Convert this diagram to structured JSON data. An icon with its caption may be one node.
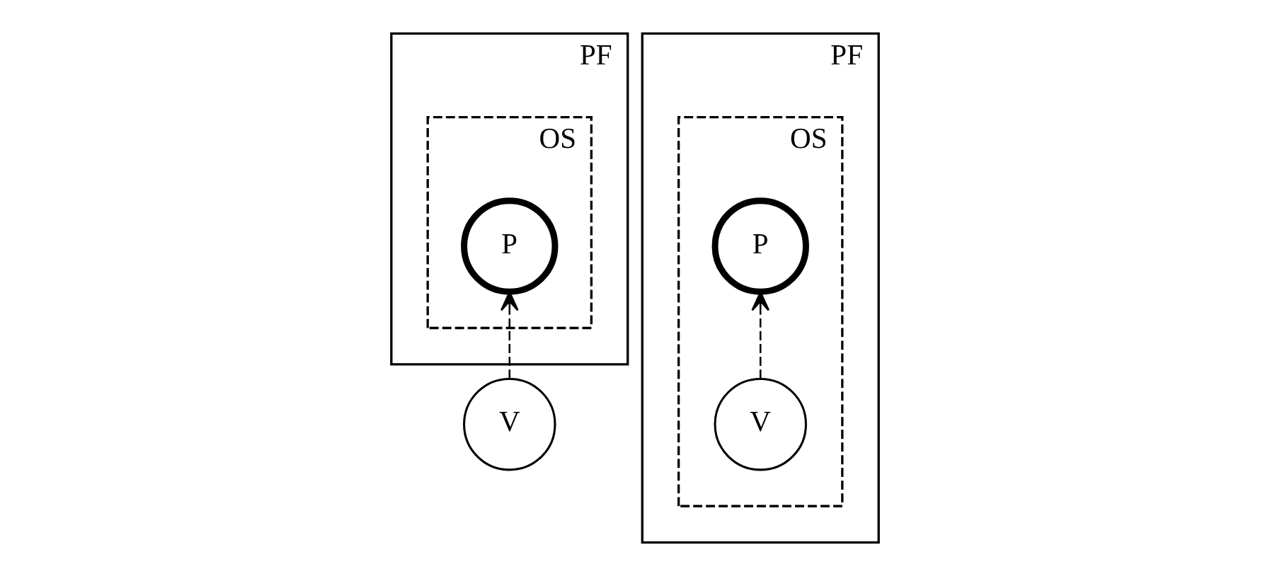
{
  "diagram": {
    "nodes": [
      {
        "text": [
          "PF"
        ]
      },
      {
        "text": [
          "OS"
        ],
        "in": 0
      },
      {
        "text": [
          "P"
        ],
        "in": 1
      },
      {
        "text": [
          "V"
        ]
      },
      {
        "text": [
          "PF"
        ]
      },
      {
        "text": [
          "OS"
        ],
        "in": 4
      },
      {
        "text": [
          "P"
        ],
        "in": 5
      },
      {
        "text": [
          "V"
        ],
        "in": 5
      }
    ],
    "edges": [
      {
        "from": 3,
        "to": 2,
        "arrow": "to",
        "style": "dashed"
      },
      {
        "from": 7,
        "to": 6,
        "arrow": "to",
        "style": "dashed"
      }
    ]
  }
}
